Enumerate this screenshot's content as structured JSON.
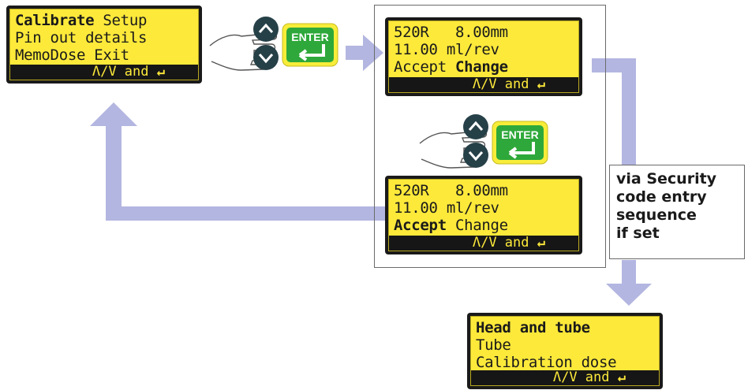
{
  "screens": {
    "calibrate_menu": {
      "lines": [
        [
          {
            "t": "Calibrate",
            "b": true
          },
          {
            "t": " Setup",
            "b": false
          }
        ],
        [
          {
            "t": "Pin out details",
            "b": false
          }
        ],
        [
          {
            "t": "MemoDose Exit",
            "b": false
          }
        ]
      ],
      "nav": "Λ/V and"
    },
    "head_change": {
      "lines": [
        [
          {
            "t": "520R   8.00mm",
            "b": false
          }
        ],
        [
          {
            "t": "11.00 ml/rev",
            "b": false
          }
        ],
        [
          {
            "t": "Accept ",
            "b": false
          },
          {
            "t": "Change",
            "b": true
          }
        ]
      ],
      "nav": "Λ/V and"
    },
    "head_accept": {
      "lines": [
        [
          {
            "t": "520R   8.00mm",
            "b": false
          }
        ],
        [
          {
            "t": "11.00 ml/rev",
            "b": false
          }
        ],
        [
          {
            "t": "Accept",
            "b": true
          },
          {
            "t": " Change",
            "b": false
          }
        ]
      ],
      "nav": "Λ/V and"
    },
    "head_tube_menu": {
      "lines": [
        [
          {
            "t": "Head and tube",
            "b": true
          }
        ],
        [
          {
            "t": "Tube",
            "b": false
          }
        ],
        [
          {
            "t": "Calibration dose",
            "b": false
          }
        ]
      ],
      "nav": "Λ/V and"
    }
  },
  "enter_label": "ENTER",
  "note_lines": [
    "via Security",
    "code entry",
    "sequence",
    "if set"
  ],
  "colors": {
    "lcd_yellow": "#fde93a",
    "arrow": "#b3b6e0",
    "key_dark": "#264048",
    "enter_green": "#2ea83a",
    "enter_yellow": "#f7ed3a"
  },
  "icons": [
    "pointing-hand-icon",
    "up-key-icon",
    "down-key-icon",
    "enter-key-icon",
    "return-arrow-icon"
  ]
}
